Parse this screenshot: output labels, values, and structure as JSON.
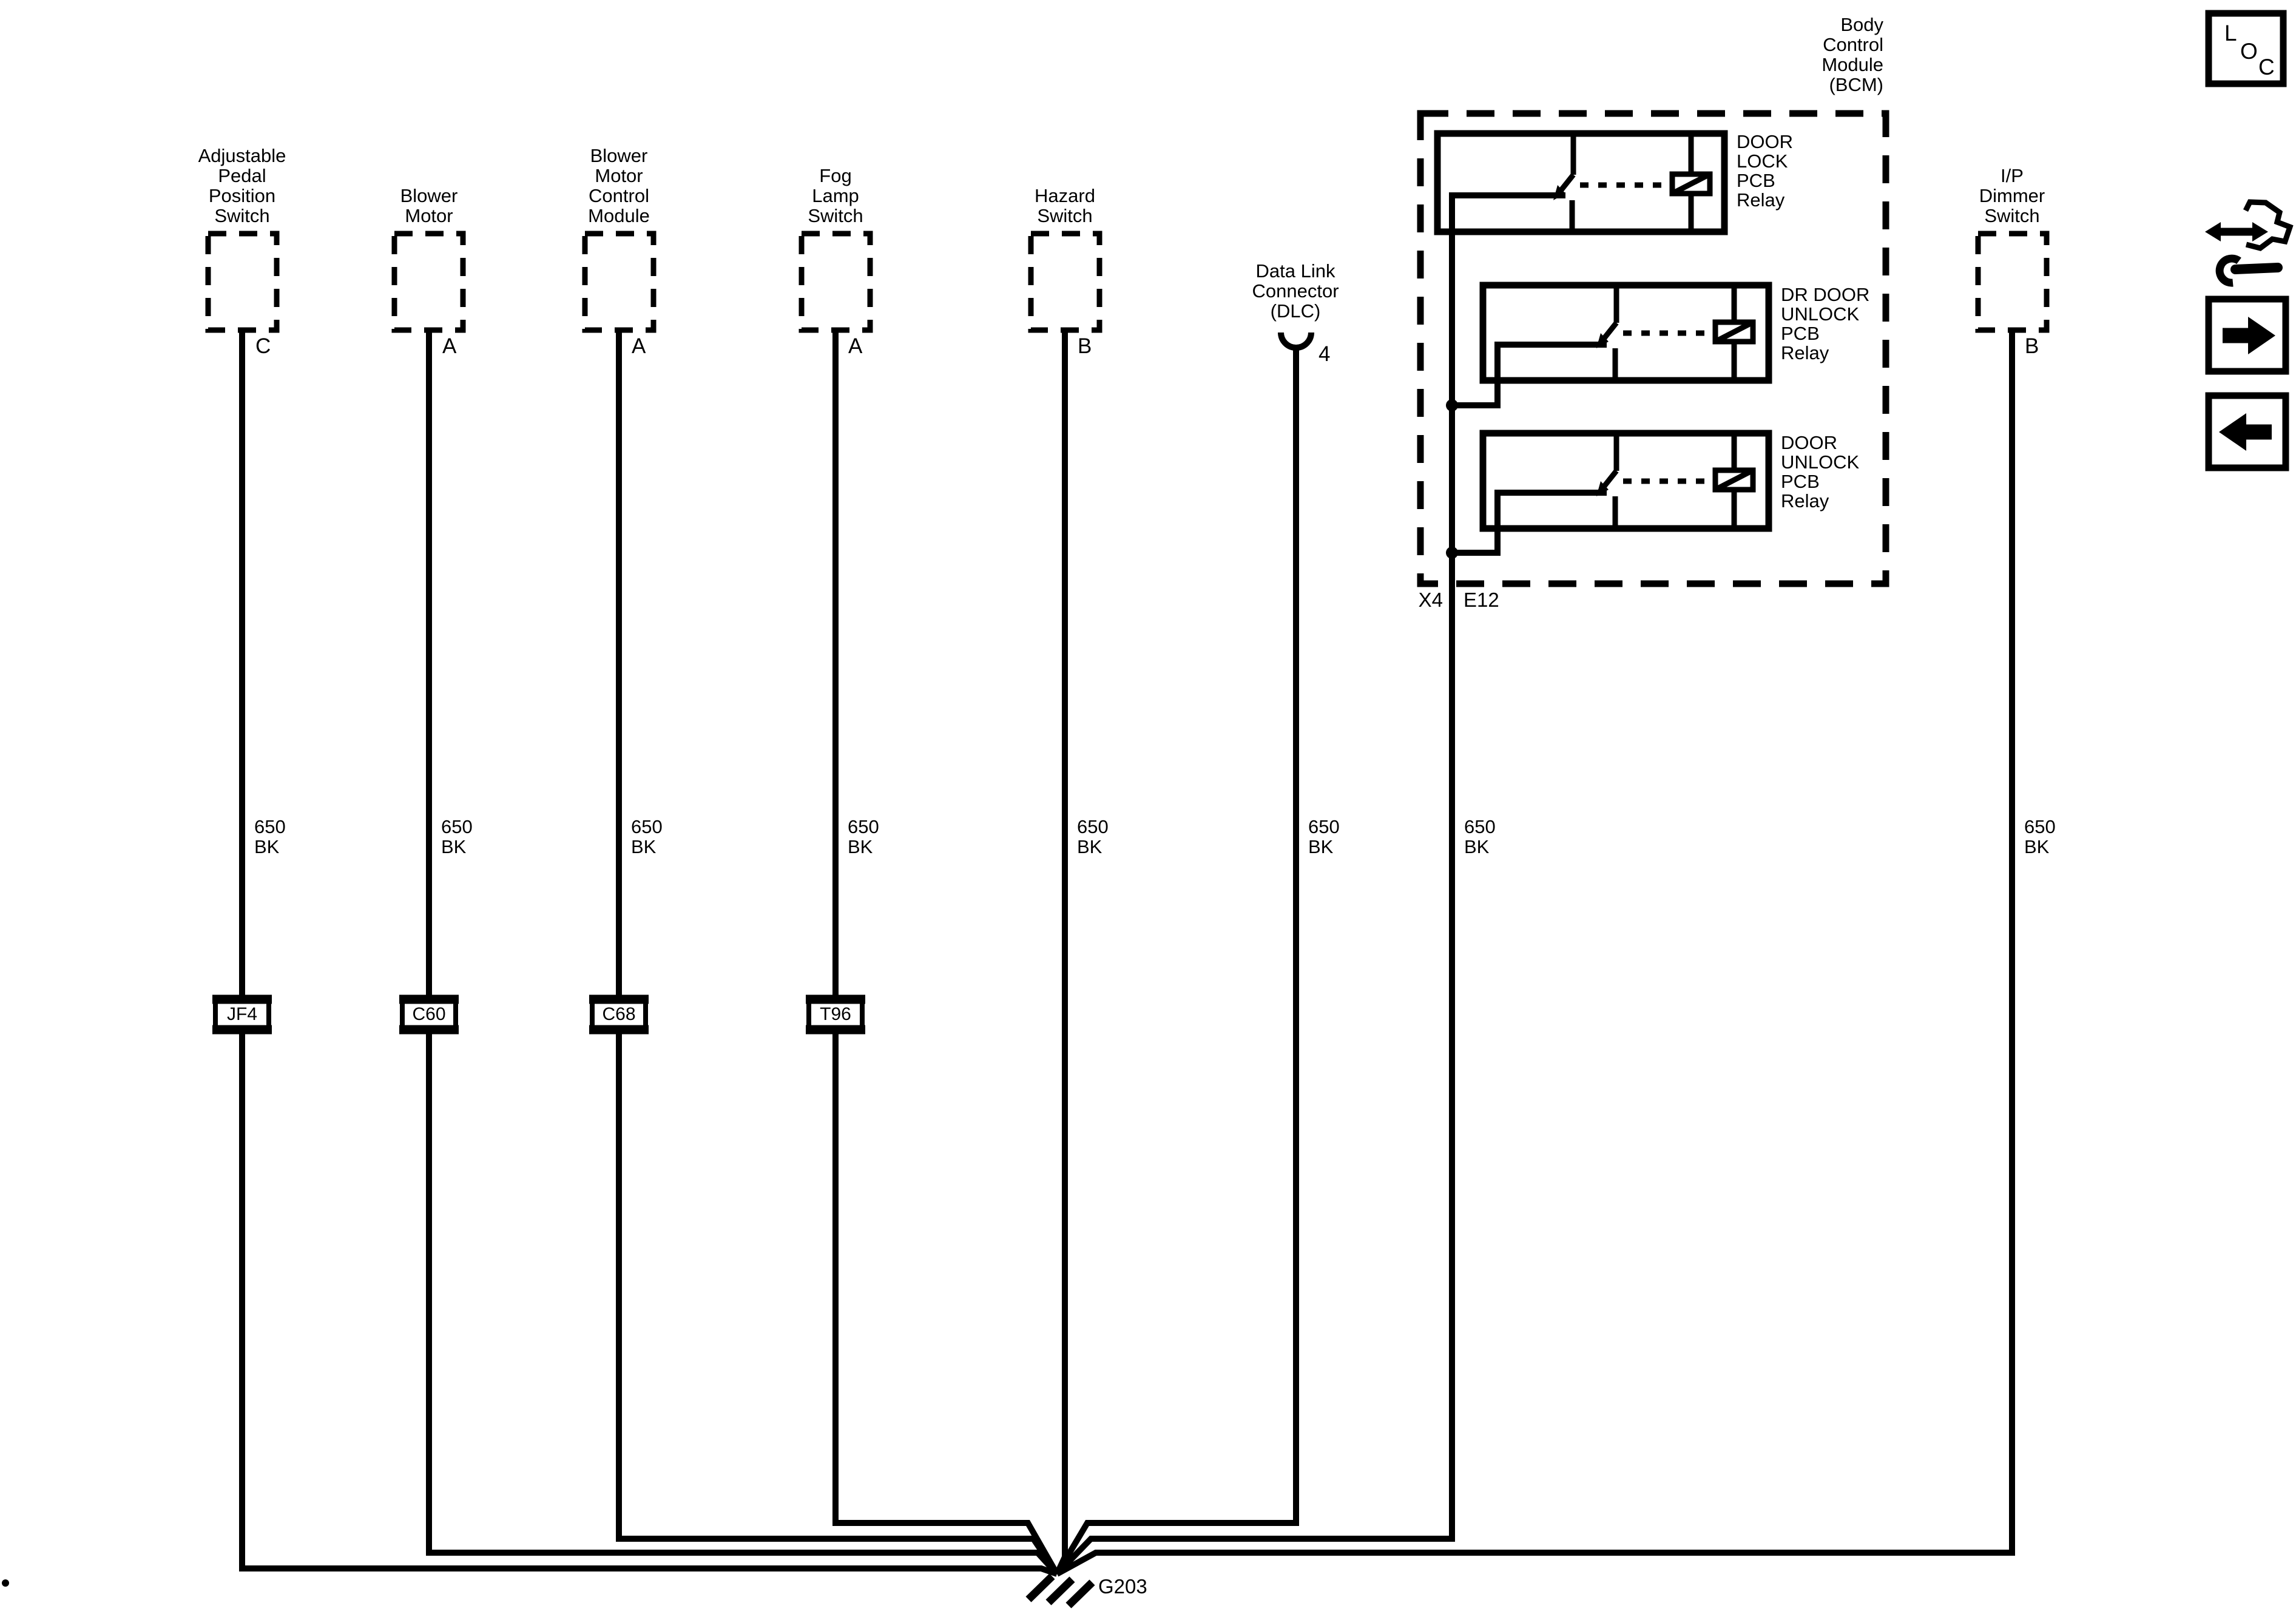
{
  "colors": {
    "ink": "#000000",
    "paper": "#ffffff"
  },
  "switches": {
    "pedal": {
      "label": "Adjustable\nPedal\nPosition\nSwitch",
      "pin": "C"
    },
    "blower_motor": {
      "label": "Blower\nMotor",
      "pin": "A"
    },
    "blower_motor_control_module": {
      "label": "Blower\nMotor\nControl\nModule",
      "pin": "A"
    },
    "fog_lamp": {
      "label": "Fog\nLamp\nSwitch",
      "pin": "A"
    },
    "hazard": {
      "label": "Hazard\nSwitch",
      "pin": "B"
    },
    "dlc": {
      "label": "Data Link\nConnector\n(DLC)",
      "pin": "4"
    },
    "ip_dimmer": {
      "label": "I/P\nDimmer\nSwitch",
      "pin": "B"
    }
  },
  "bcm": {
    "label": "Body\nControl\nModule\n(BCM)",
    "relays": {
      "door_lock": "DOOR\nLOCK\nPCB\nRelay",
      "dr_door_unlock": "DR DOOR\nUNLOCK\nPCB\nRelay",
      "door_unlock": "DOOR\nUNLOCK\nPCB\nRelay"
    },
    "connector_left": "X4",
    "connector_right": "E12"
  },
  "wire": {
    "label": "650\nBK",
    "circuit": "650",
    "color_code": "BK"
  },
  "connectors": {
    "jf4": "JF4",
    "c60": "C60",
    "c68": "C68",
    "t96": "T96"
  },
  "ground": {
    "label": "G203"
  },
  "loc_stamp": {
    "l": "L",
    "o": "O",
    "c": "C"
  },
  "icons": {
    "diagnostic": "wrench-arrows-icon",
    "next": "right-arrow-icon",
    "prev": "left-arrow-icon"
  }
}
